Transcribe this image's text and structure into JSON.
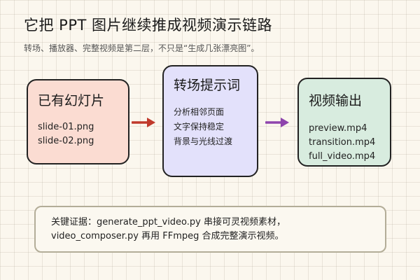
{
  "header": {
    "title": "它把 PPT 图片继续推成视频演示链路",
    "subtitle": "转场、播放器、完整视频是第二层，不只是“生成几张漂亮图”。"
  },
  "boxes": [
    {
      "title": "已有幻灯片",
      "lines": [
        "slide-01.png",
        "slide-02.png"
      ],
      "color": "#fbdcd2"
    },
    {
      "title": "转场提示词",
      "lines": [
        "分析相邻页面",
        "文字保持稳定",
        "背景与光线过渡"
      ],
      "color": "#e3e1fb"
    },
    {
      "title": "视频输出",
      "lines": [
        "preview.mp4",
        "transition.mp4",
        "full_video.mp4"
      ],
      "color": "#d8ecdf"
    }
  ],
  "arrows": {
    "first_color": "#c0392b",
    "second_color": "#8e44ad"
  },
  "note": {
    "line1": "关键证据：generate_ppt_video.py 串接可灵视频素材，",
    "line2": "video_composer.py 再用 FFmpeg 合成完整演示视频。"
  }
}
